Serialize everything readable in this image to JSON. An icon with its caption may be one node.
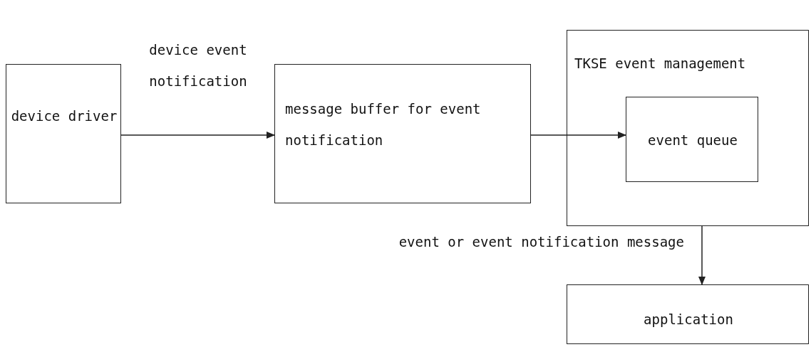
{
  "diagram": {
    "nodes": [
      {
        "text": [
          "device driver"
        ]
      },
      {
        "text": [
          "message buffer for event notification"
        ]
      },
      {
        "text": [
          "TKSE event management"
        ]
      },
      {
        "text": [
          "event queue"
        ],
        "in": 2
      },
      {
        "text": [
          "application"
        ]
      }
    ],
    "edges": [
      {
        "from": 0,
        "to": 1,
        "arrow": "to",
        "label": "device event notification"
      },
      {
        "from": 1,
        "to": 3,
        "arrow": "to"
      },
      {
        "from": 2,
        "to": 4,
        "arrow": "to",
        "label": "event or event notification message"
      }
    ]
  }
}
